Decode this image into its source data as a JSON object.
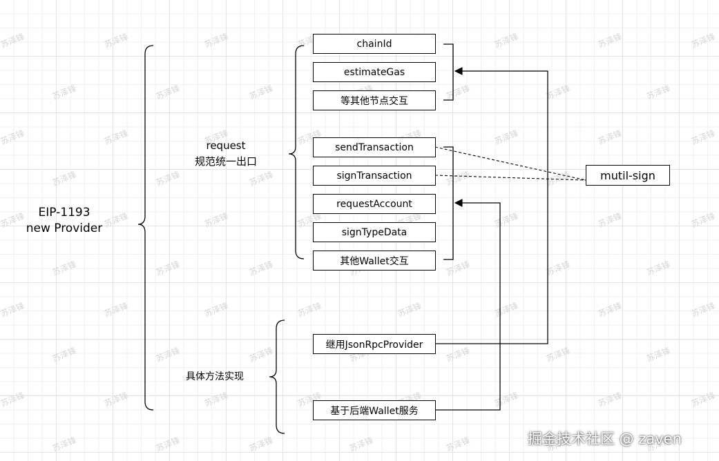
{
  "root": {
    "line1": "EIP-1193",
    "line2": "new Provider"
  },
  "request_group": {
    "line1": "request",
    "line2": "规范统一出口"
  },
  "impl_group": {
    "label": "具体方法实现"
  },
  "methods": [
    "chainId",
    "estimateGas",
    "等其他节点交互",
    "sendTransaction",
    "signTransaction",
    "requestAccount",
    "signTypeData",
    "其他Wallet交互"
  ],
  "implementations": [
    "继用JsonRpcProvider",
    "基于后端Wallet服务"
  ],
  "multisig": {
    "label": "mutil-sign"
  },
  "watermark": {
    "text": "苏泽锋"
  },
  "credit": {
    "text": "掘金技术社区 @ zaven"
  }
}
